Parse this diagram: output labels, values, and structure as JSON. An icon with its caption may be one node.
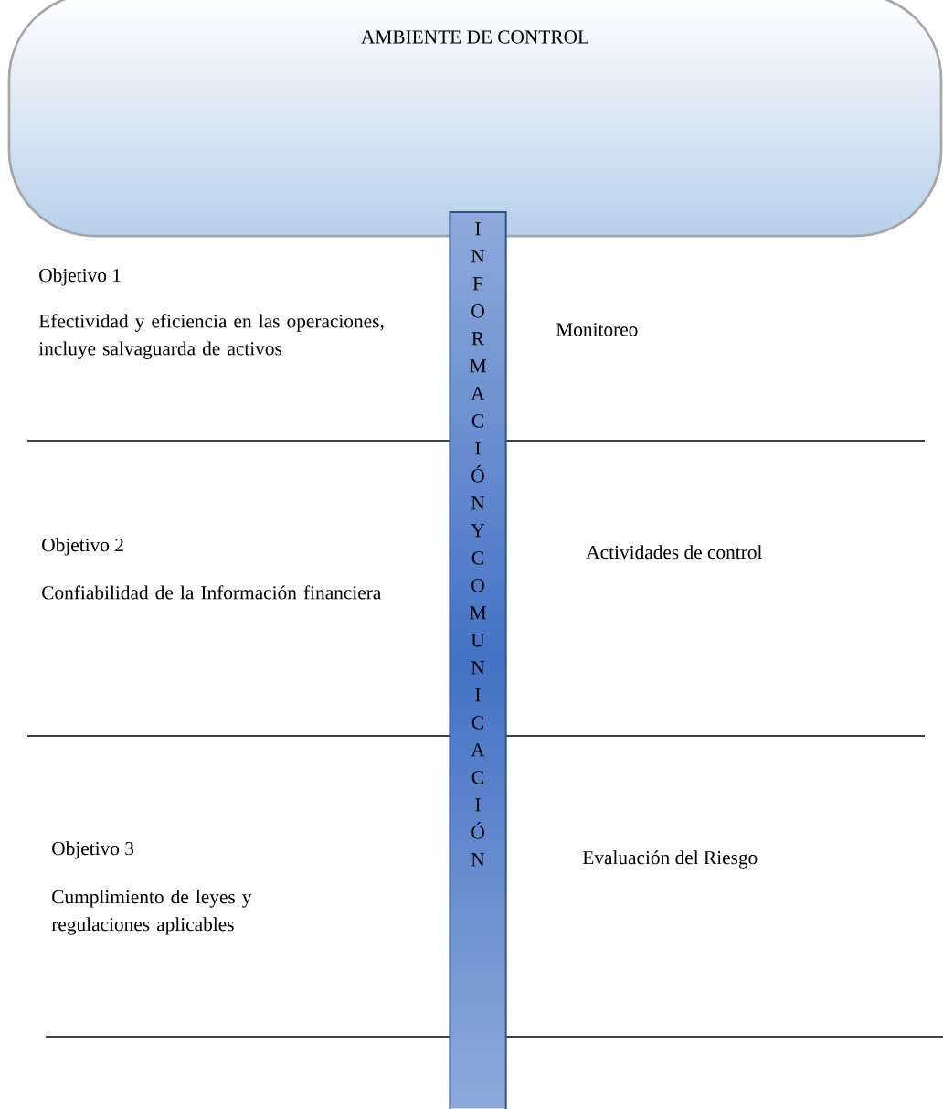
{
  "diagram": {
    "nodes": [
      {
        "text": [
          "AMBIENTE DE CONTROL"
        ]
      },
      {
        "text": [
          "INFORMACIÓN Y COMUNICACIÓN"
        ]
      }
    ],
    "labels": [
      "Objetivo 1",
      "Efectividad y eficiencia en las operaciones, incluye salvaguarda de activos",
      "Monitoreo",
      "Objetivo 2",
      "Confiabilidad de la Información financiera",
      "Actividades de control",
      "Objetivo 3",
      "Cumplimiento de leyes y regulaciones aplicables",
      "Evaluación del Riesgo"
    ]
  }
}
